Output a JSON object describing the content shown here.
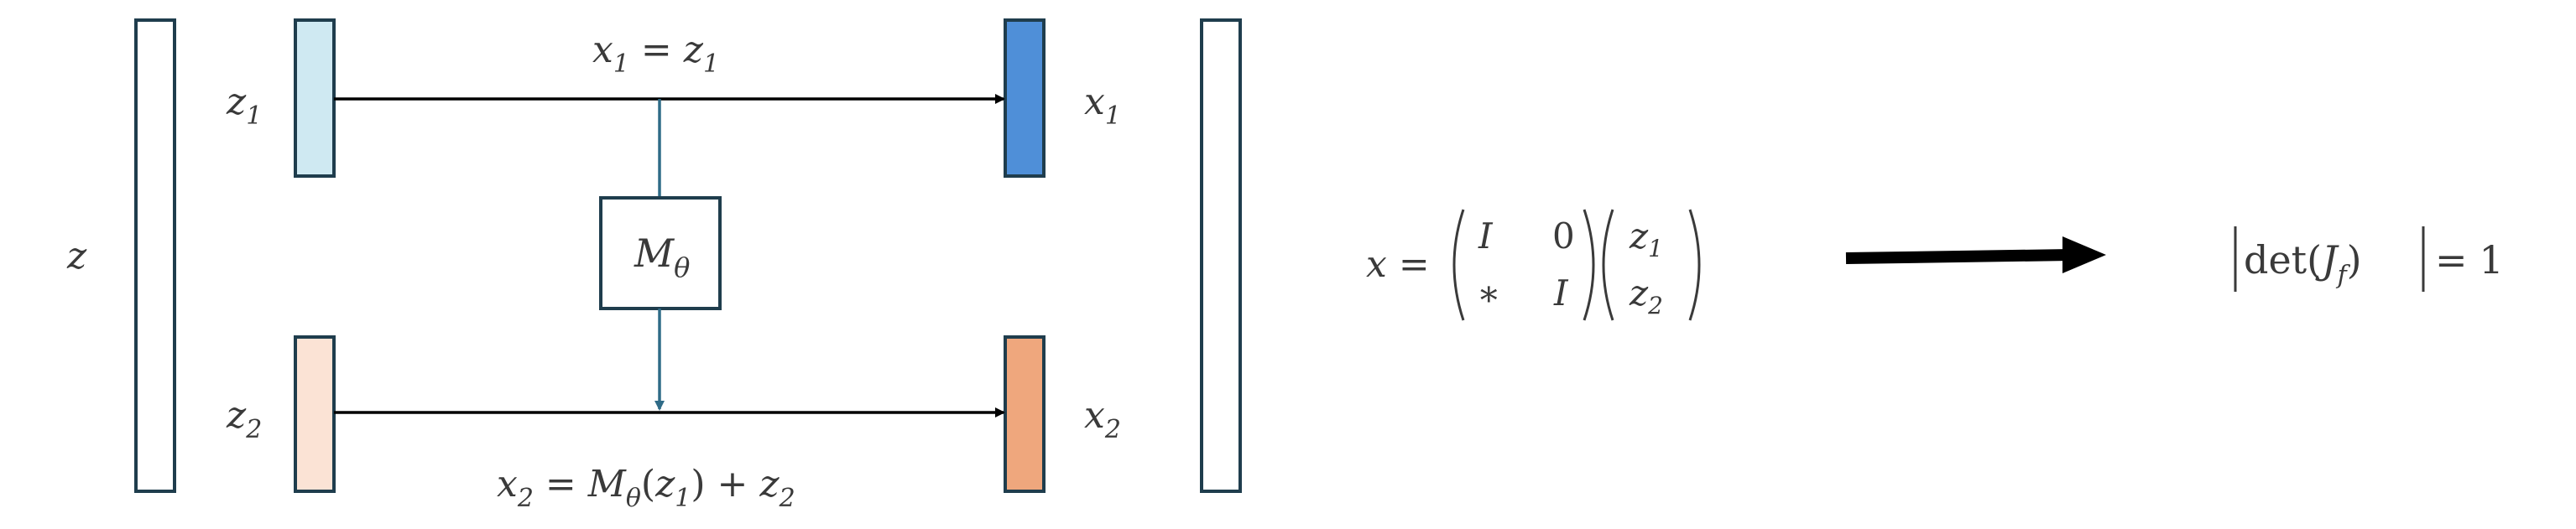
{
  "diagram": {
    "left_vector_label": "z",
    "input_top_label": "z",
    "input_top_sub": "1",
    "input_bottom_label": "z",
    "input_bottom_sub": "2",
    "output_top_label": "x",
    "output_top_sub": "1",
    "output_bottom_label": "x",
    "output_bottom_sub": "2",
    "network_label": "M",
    "network_sub": "θ",
    "top_equation": {
      "lhs": "x",
      "lhs_sub": "1",
      "eq": "=",
      "rhs": "z",
      "rhs_sub": "1"
    },
    "bottom_equation": {
      "lhs": "x",
      "lhs_sub": "2",
      "eq": "=",
      "m": "M",
      "m_sub": "θ",
      "open": "(",
      "arg": "z",
      "arg_sub": "1",
      "close": ")",
      "plus": "+",
      "z": "z",
      "z_sub": "2"
    },
    "matrix_equation": {
      "lhs": "x",
      "eq": "=",
      "m11": "I",
      "m12": "0",
      "m21": "∗",
      "m22": "I",
      "v1": "z",
      "v1_sub": "1",
      "v2": "z",
      "v2_sub": "2"
    },
    "determinant": {
      "bar": "|",
      "det": "det",
      "open": "(",
      "J": "J",
      "J_sub": "f",
      "close": ")",
      "eq": "=",
      "value": "1"
    },
    "colors": {
      "input_top_fill": "#cfe9f2",
      "input_bottom_fill": "#fbe3d5",
      "output_top_fill": "#4f8fd8",
      "output_bottom_fill": "#efa77d",
      "connector_line": "#2f6b87",
      "arrow_line": "#000000",
      "text": "#3a3a3a"
    }
  }
}
